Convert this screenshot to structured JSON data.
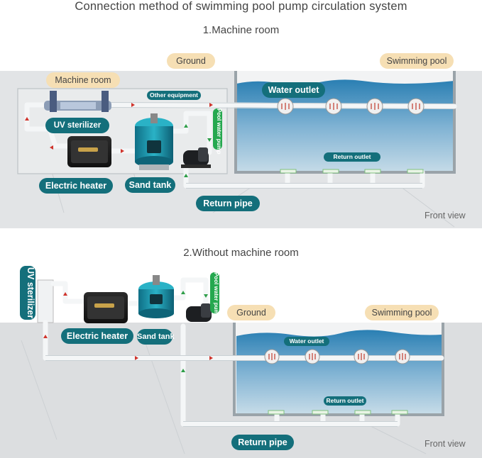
{
  "title": "Connection method of swimming pool pump circulation system",
  "section1": {
    "heading": "1.Machine room",
    "ground": "Ground",
    "pool": "Swimming pool",
    "machine_room": "Machine room",
    "water_outlet": "Water outlet",
    "other_equipment": "Other equipment",
    "uv_sterilizer": "UV sterilizer",
    "pool_pump": "Pool water pump",
    "return_outlet": "Return outlet",
    "electric_heater": "Electric heater",
    "sand_tank": "Sand tank",
    "return_pipe": "Return pipe",
    "front_view": "Front view"
  },
  "section2": {
    "heading": "2.Without machine room",
    "uv_sterilizer": "UV sterilizer",
    "pool_pump": "Pool water pump",
    "ground": "Ground",
    "pool": "Swimming pool",
    "electric_heater": "Electric heater",
    "sand_tank": "Sand tank",
    "water_outlet": "Water outlet",
    "return_outlet": "Return outlet",
    "return_pipe": "Return pipe",
    "front_view": "Front view"
  },
  "colors": {
    "teal": "#146f7b",
    "tan": "#f6dfb4",
    "green": "#25a84f",
    "water": "#2e7fb0",
    "ground": "#dcdee0"
  }
}
